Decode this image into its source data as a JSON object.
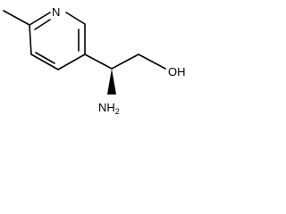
{
  "molecule": {
    "atoms": {
      "ring_nitrogen": "N",
      "hydroxyl": "OH",
      "amino": "NH",
      "amino_subscript": "2"
    },
    "stereo_bond": "wedge",
    "line_color": "#000000"
  }
}
